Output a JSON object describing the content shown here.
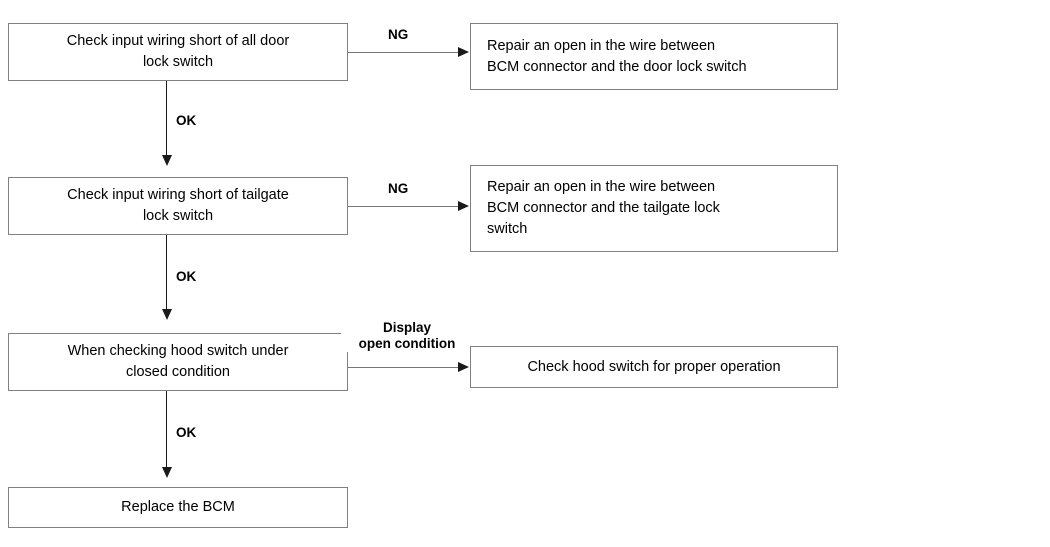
{
  "diagram": {
    "type": "flowchart",
    "title": "Door lock / tailgate / hood switch diagnostic flow",
    "border_color": "#808080",
    "line_color": "#777777",
    "arrow_color": "#1a1a1a",
    "background": "#ffffff",
    "nodes": [
      {
        "id": "check-door-lock",
        "text": "Check input wiring short of all door\nlock switch",
        "align": "center"
      },
      {
        "id": "repair-door-lock",
        "text": "Repair an open in the wire between\nBCM connector and the door lock switch",
        "align": "left"
      },
      {
        "id": "check-tailgate-lock",
        "text": "Check input wiring short of tailgate\nlock switch",
        "align": "center"
      },
      {
        "id": "repair-tailgate-lock",
        "text": "Repair an open in the wire between\nBCM connector and the tailgate lock\nswitch",
        "align": "left"
      },
      {
        "id": "check-hood-switch-closed",
        "text": "When checking hood switch under\nclosed condition",
        "align": "center"
      },
      {
        "id": "check-hood-switch-operation",
        "text": "Check hood switch for proper operation",
        "align": "center"
      },
      {
        "id": "replace-bcm",
        "text": "Replace the BCM",
        "align": "center"
      }
    ],
    "edge_labels": {
      "ng_1": "NG",
      "ng_2": "NG",
      "display_open_condition": "Display\nopen condition",
      "ok_1": "OK",
      "ok_2": "OK",
      "ok_3": "OK"
    }
  }
}
